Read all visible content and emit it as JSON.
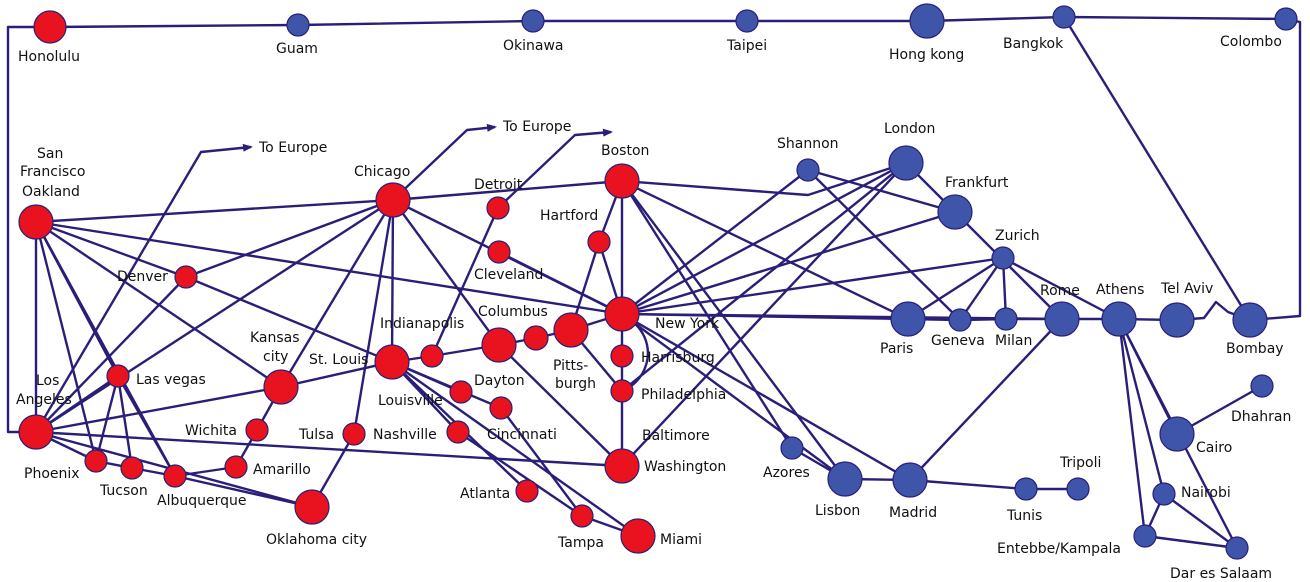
{
  "colors": {
    "us_node": "#e8131f",
    "intl_node": "#3f55aa",
    "edge": "#2a1f78",
    "text": "#111111"
  },
  "labels": {
    "honolulu": "Honolulu",
    "guam": "Guam",
    "okinawa": "Okinawa",
    "taipei": "Taipei",
    "hong_kong": "Hong kong",
    "bangkok": "Bangkok",
    "colombo": "Colombo",
    "to_europe_1": "To Europe",
    "to_europe_2": "To Europe",
    "sf_1": "San",
    "sf_2": "Francisco",
    "sf_3": "Oakland",
    "chicago": "Chicago",
    "detroit": "Detroit",
    "boston": "Boston",
    "hartford": "Hartford",
    "cleveland": "Cleveland",
    "denver": "Denver",
    "columbus": "Columbus",
    "indianapolis": "Indianapolis",
    "new_york": "New York",
    "kansas_1": "Kansas",
    "kansas_2": "city",
    "st_louis": "St. Louis",
    "harrisburg": "Harrisburg",
    "pitts_1": "Pitts-",
    "pitts_2": "burgh",
    "dayton": "Dayton",
    "philadelphia": "Philadelphia",
    "la_1": "Los",
    "la_2": "Angeles",
    "las_vegas": "Las vegas",
    "louisville": "Louisville",
    "wichita": "Wichita",
    "tulsa": "Tulsa",
    "nashville": "Nashville",
    "cincinnati": "Cincinnati",
    "baltimore": "Baltimore",
    "washington": "Washington",
    "phoenix": "Phoenix",
    "tucson": "Tucson",
    "amarillo": "Amarillo",
    "albuquerque": "Albuquerque",
    "atlanta": "Atlanta",
    "oklahoma_city": "Oklahoma city",
    "tampa": "Tampa",
    "miami": "Miami",
    "shannon": "Shannon",
    "london": "London",
    "frankfurt": "Frankfurt",
    "zurich": "Zurich",
    "paris": "Paris",
    "geneva": "Geneva",
    "milan": "Milan",
    "rome": "Rome",
    "athens": "Athens",
    "tel_aviv": "Tel Aviv",
    "bombay": "Bombay",
    "dhahran": "Dhahran",
    "cairo": "Cairo",
    "azores": "Azores",
    "lisbon": "Lisbon",
    "madrid": "Madrid",
    "tunis": "Tunis",
    "tripoli": "Tripoli",
    "nairobi": "Nairobi",
    "entebbe_kampala": "Entebbe/Kampala",
    "dar_es_salaam": "Dar es Salaam"
  }
}
